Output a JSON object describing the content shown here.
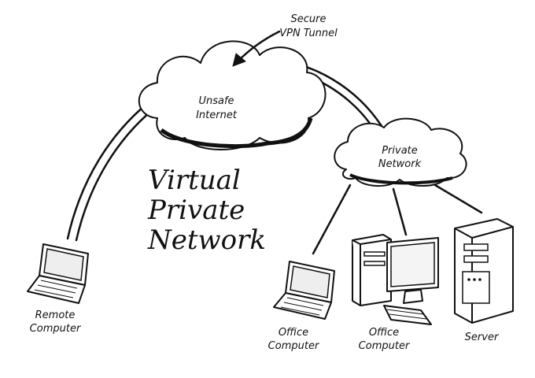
{
  "diagram": {
    "title_lines": [
      "Virtual",
      "Private",
      "Network"
    ],
    "tunnel_label": [
      "Secure",
      "VPN Tunnel"
    ],
    "internet_cloud": [
      "Unsafe",
      "Internet"
    ],
    "private_cloud": [
      "Private",
      "Network"
    ],
    "devices": {
      "remote": [
        "Remote",
        "Computer"
      ],
      "office_laptop": [
        "Office",
        "Computer"
      ],
      "office_desktop": [
        "Office",
        "Computer"
      ],
      "server": "Server"
    }
  }
}
